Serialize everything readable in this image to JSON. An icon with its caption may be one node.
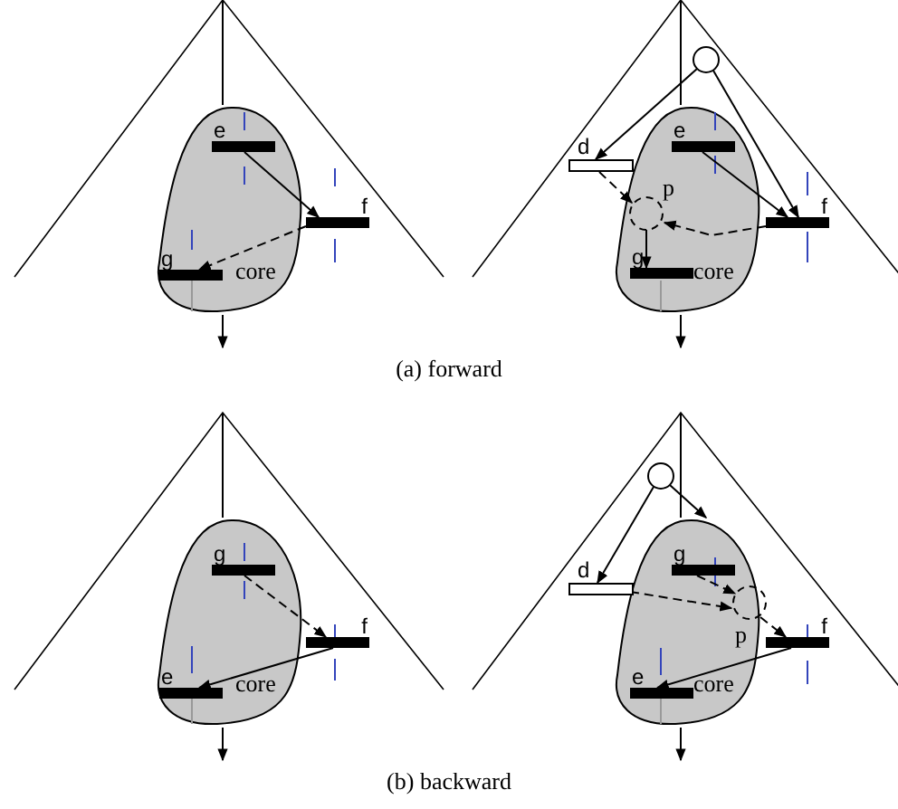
{
  "diagram": {
    "nodes": [
      {
        "text": [
          "core"
        ]
      },
      {
        "text": [
          "e"
        ],
        "in": 0
      },
      {
        "text": [
          "f"
        ]
      },
      {
        "text": [
          "g"
        ],
        "in": 0
      },
      {
        "text": [],
        "shape": "circle"
      },
      {
        "text": [
          "core"
        ]
      },
      {
        "text": [
          "d"
        ]
      },
      {
        "text": [
          "e"
        ],
        "in": 5
      },
      {
        "text": [
          "p"
        ],
        "in": 5
      },
      {
        "text": [
          "f"
        ]
      },
      {
        "text": [
          "g"
        ],
        "in": 5
      },
      {
        "text": [
          "core"
        ]
      },
      {
        "text": [
          "g"
        ],
        "in": 11
      },
      {
        "text": [
          "f"
        ]
      },
      {
        "text": [
          "e"
        ],
        "in": 11
      },
      {
        "text": [],
        "shape": "circle"
      },
      {
        "text": [
          "core"
        ]
      },
      {
        "text": [
          "d"
        ]
      },
      {
        "text": [
          "g"
        ],
        "in": 16
      },
      {
        "text": [
          "p"
        ],
        "in": 16
      },
      {
        "text": [
          "f"
        ]
      },
      {
        "text": [
          "e"
        ],
        "in": 16
      }
    ],
    "edges": [
      {
        "from": null,
        "to": 0,
        "arrow": "none"
      },
      {
        "from": 0,
        "to": null,
        "arrow": "to"
      },
      {
        "from": 1,
        "to": 2,
        "arrow": "to"
      },
      {
        "from": 2,
        "to": 3,
        "arrow": "to",
        "style": "dashed"
      },
      {
        "from": null,
        "to": 5,
        "arrow": "none"
      },
      {
        "from": 5,
        "to": null,
        "arrow": "to"
      },
      {
        "from": 4,
        "to": 6,
        "arrow": "to"
      },
      {
        "from": 4,
        "to": 9,
        "arrow": "to"
      },
      {
        "from": 7,
        "to": 9,
        "arrow": "to"
      },
      {
        "from": 6,
        "to": 8,
        "arrow": "to",
        "style": "dashed"
      },
      {
        "from": 9,
        "to": 8,
        "arrow": "to",
        "style": "dashed"
      },
      {
        "from": 8,
        "to": 10,
        "arrow": "to"
      },
      {
        "from": null,
        "to": 11,
        "arrow": "none"
      },
      {
        "from": 11,
        "to": null,
        "arrow": "to"
      },
      {
        "from": 12,
        "to": 13,
        "arrow": "to",
        "style": "dashed"
      },
      {
        "from": 13,
        "to": 14,
        "arrow": "to"
      },
      {
        "from": null,
        "to": 16,
        "arrow": "none"
      },
      {
        "from": 16,
        "to": null,
        "arrow": "to"
      },
      {
        "from": 15,
        "to": 17,
        "arrow": "to"
      },
      {
        "from": 15,
        "to": 16,
        "arrow": "to"
      },
      {
        "from": 18,
        "to": 19,
        "arrow": "to",
        "style": "dashed"
      },
      {
        "from": 17,
        "to": 19,
        "arrow": "to",
        "style": "dashed"
      },
      {
        "from": 19,
        "to": 20,
        "arrow": "to",
        "style": "dashed"
      },
      {
        "from": 20,
        "to": 21,
        "arrow": "to"
      }
    ],
    "labels": [
      "(a) forward",
      "(b) backward"
    ]
  }
}
